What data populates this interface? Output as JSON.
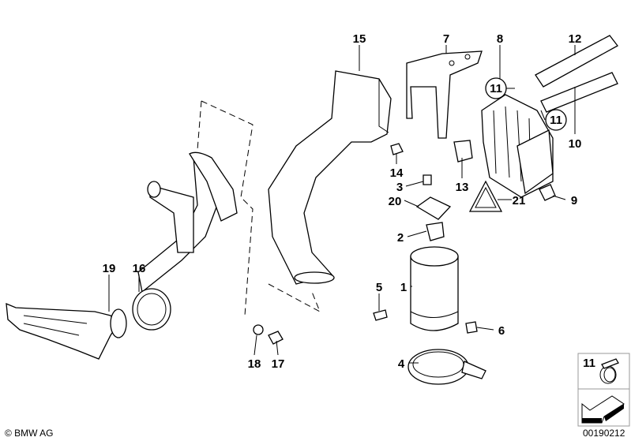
{
  "labels": {
    "p15": "15",
    "p7": "7",
    "p8": "8",
    "p12": "12",
    "p11a": "11",
    "p11b": "11",
    "p10": "10",
    "p14": "14",
    "p3": "3",
    "p13": "13",
    "p21": "21",
    "p9": "9",
    "p20": "20",
    "p2": "2",
    "p19": "19",
    "p16": "16",
    "p5": "5",
    "p1": "1",
    "p6": "6",
    "p4": "4",
    "p18": "18",
    "p17": "17",
    "legend11": "11"
  },
  "footer": {
    "copyright": "© BMW AG",
    "diagram_number": "00190212"
  }
}
